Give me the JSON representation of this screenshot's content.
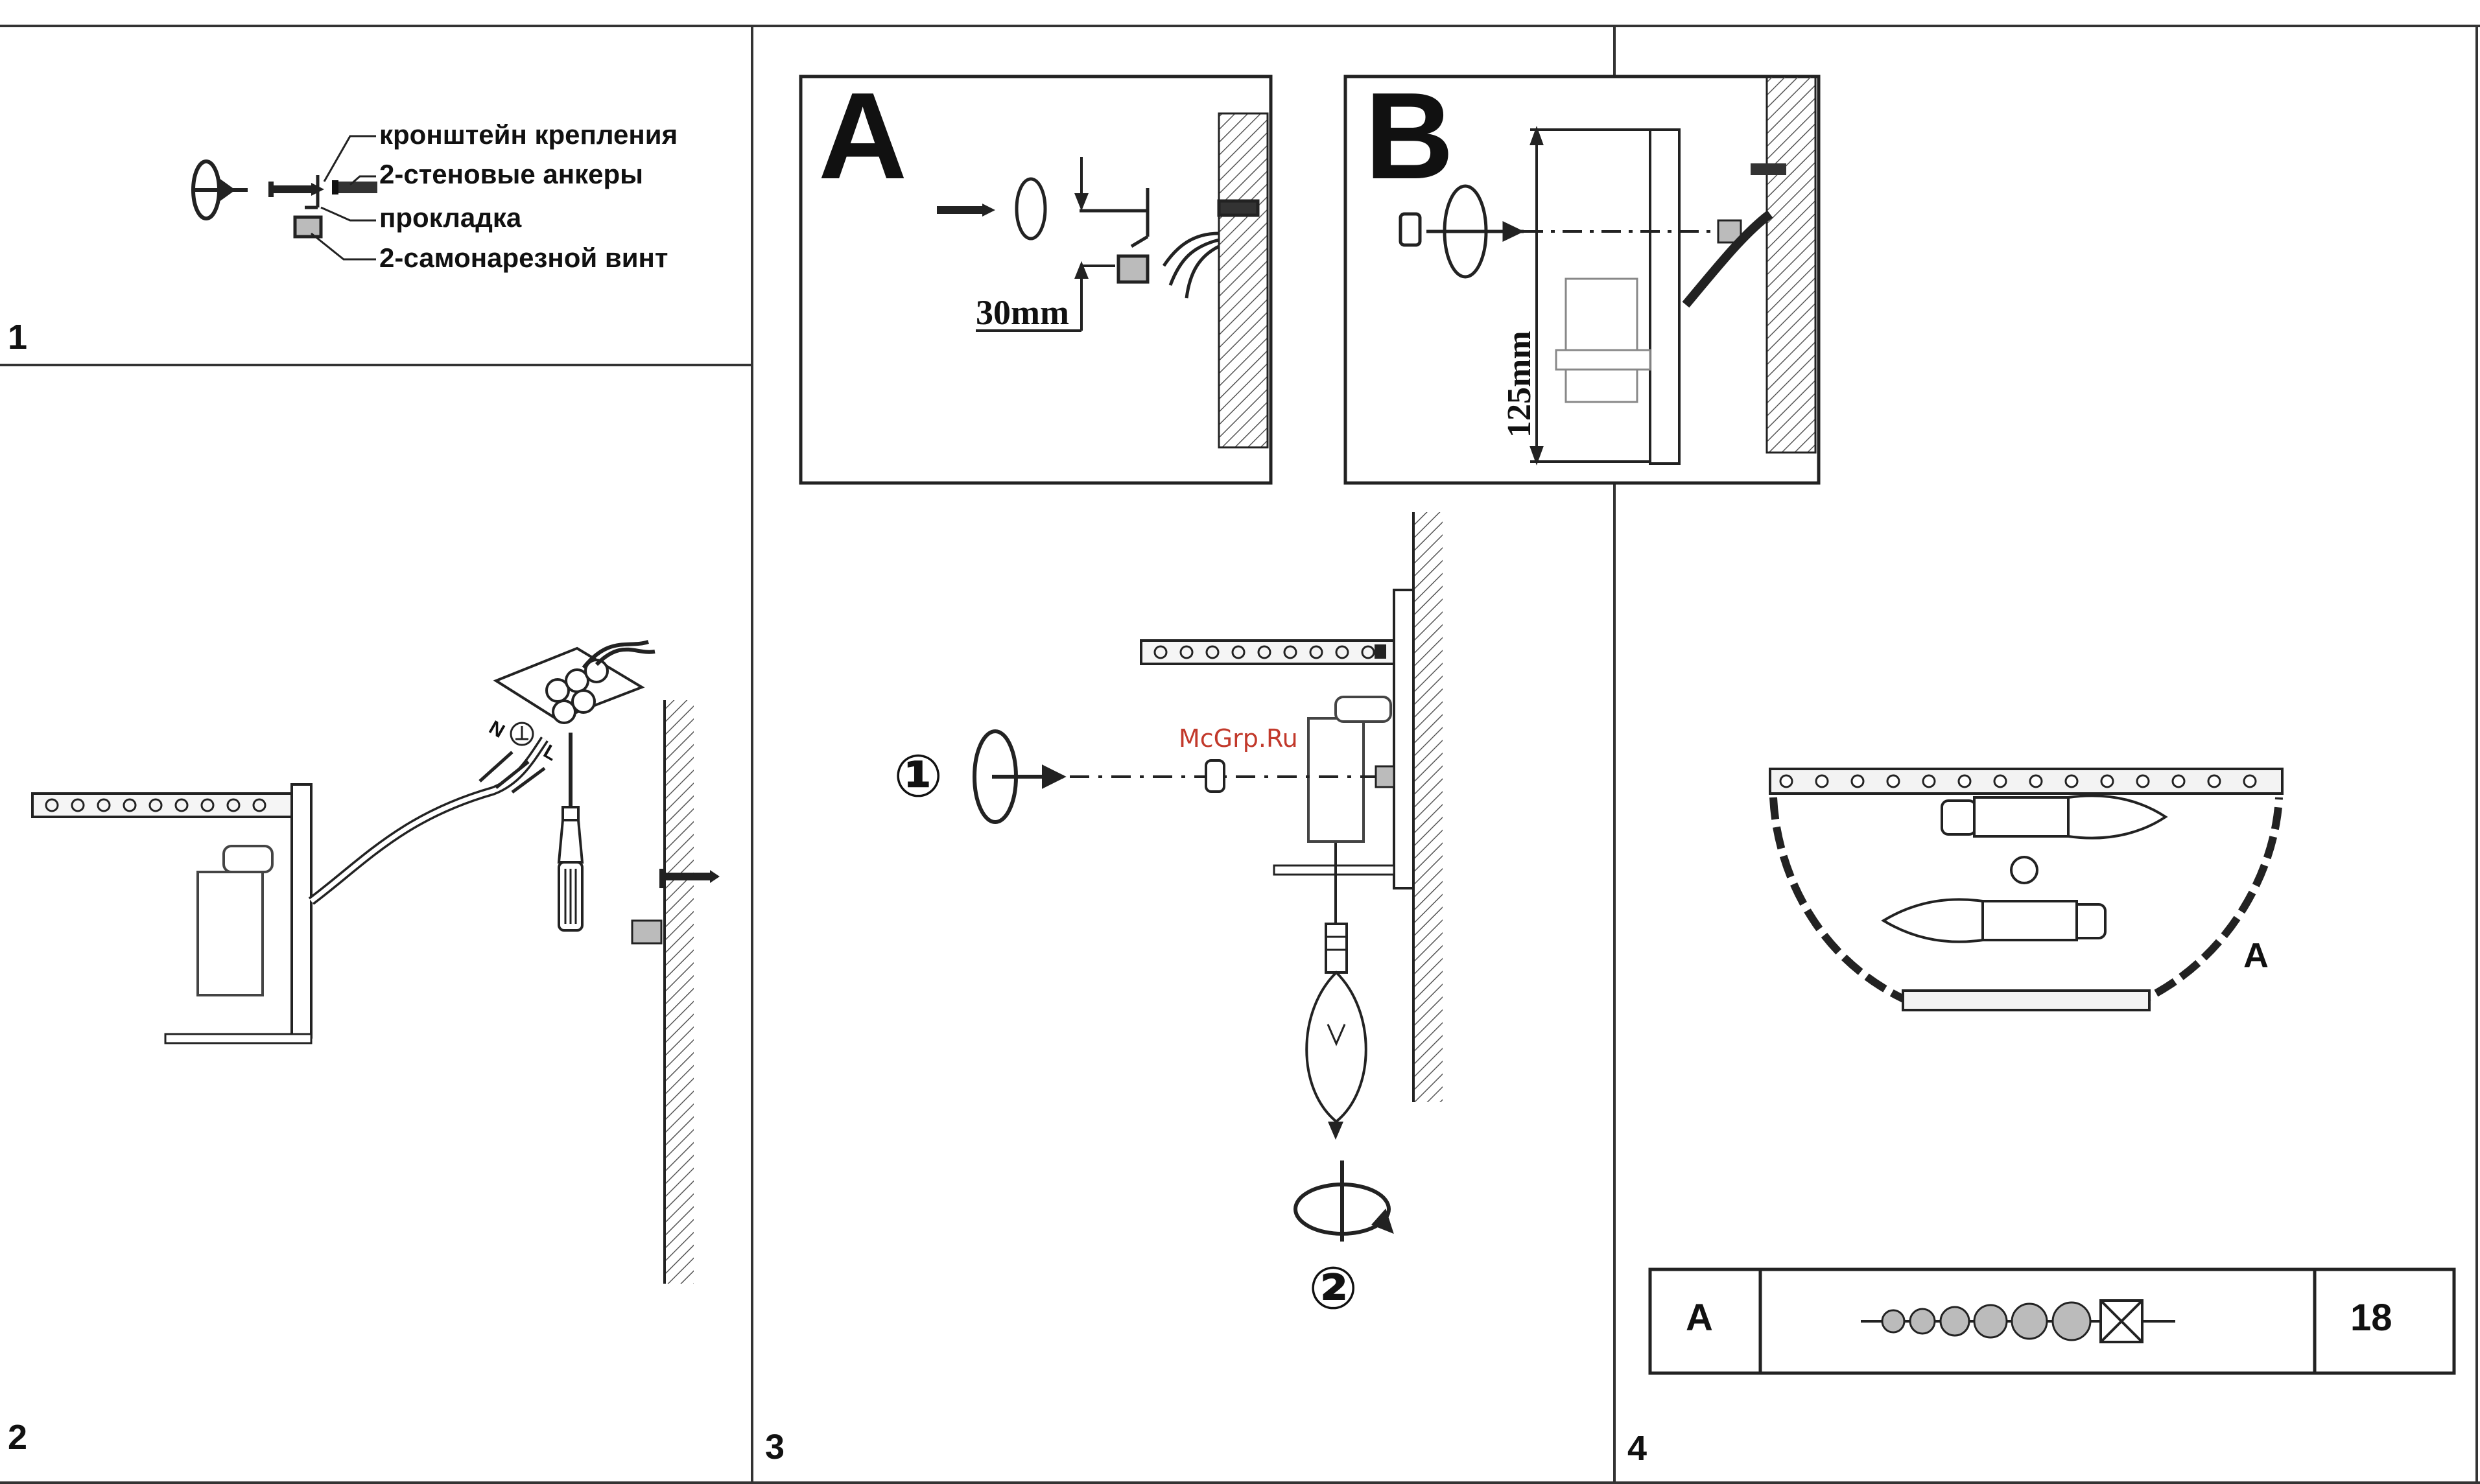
{
  "panels": {
    "p1": {
      "number": "1",
      "labels": [
        "кронштейн крепления",
        "2-стеновые анкеры",
        "прокладка",
        "2-самонарезной винт"
      ]
    },
    "p2": {
      "number": "2",
      "wire_marks": [
        "N",
        "L"
      ]
    },
    "p3": {
      "number": "3",
      "inset_a": {
        "letter": "A",
        "dimension": "30mm"
      },
      "inset_b": {
        "letter": "B",
        "dimension": "125mm"
      },
      "step_1": "①",
      "step_2": "②",
      "watermark": "McGrp.Ru"
    },
    "p4": {
      "number": "4",
      "callout": "A",
      "parts_table": {
        "code": "A",
        "quantity": "18"
      }
    }
  },
  "icons": [
    "rotate-arrow-icon",
    "screw-icon",
    "anchor-icon",
    "ground-symbol-icon",
    "screwdriver-icon",
    "bulb-icon",
    "crystal-bead-chain-icon"
  ],
  "colors": {
    "line": "#222222",
    "watermark": "#c2392b",
    "hatch": "#555555",
    "background": "#ffffff"
  }
}
